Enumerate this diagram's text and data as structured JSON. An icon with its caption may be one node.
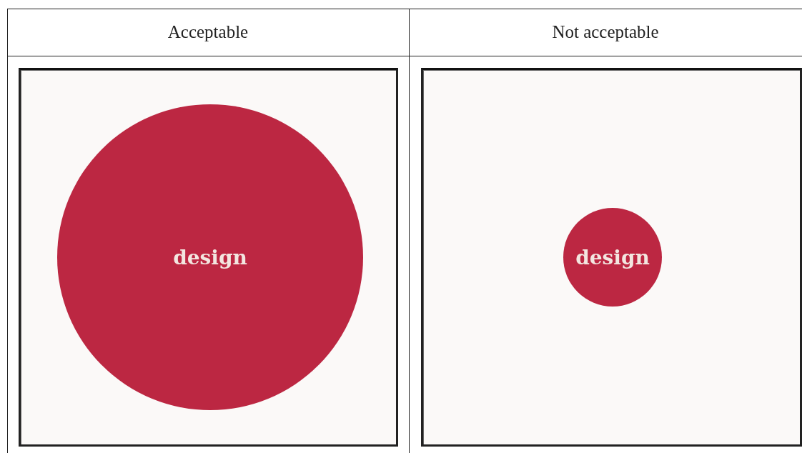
{
  "diagram": {
    "nodes": [
      {
        "text": [],
        "shape": "picture"
      },
      {
        "text": [
          "design"
        ],
        "in": 0
      },
      {
        "text": [],
        "shape": "picture"
      },
      {
        "text": [
          "design"
        ],
        "in": 2
      }
    ],
    "labels": [
      "Acceptable",
      "Not acceptable"
    ]
  }
}
